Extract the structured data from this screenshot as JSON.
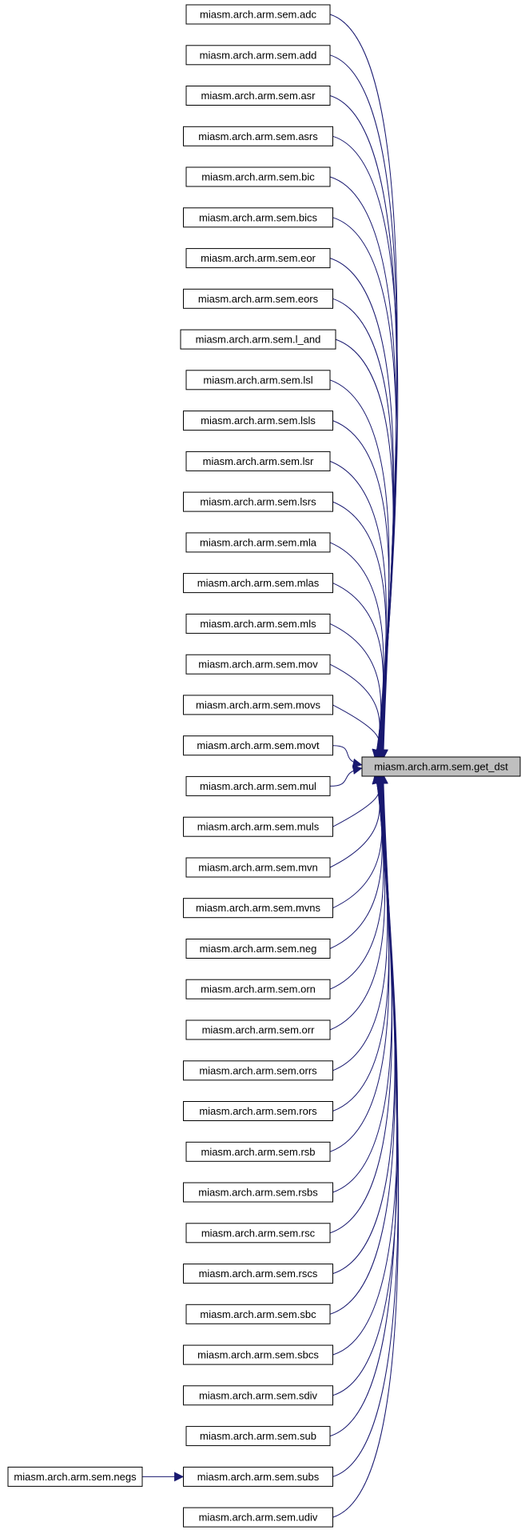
{
  "target": {
    "label": "miasm.arch.arm.sem.get_dst"
  },
  "callers": [
    "miasm.arch.arm.sem.adc",
    "miasm.arch.arm.sem.add",
    "miasm.arch.arm.sem.asr",
    "miasm.arch.arm.sem.asrs",
    "miasm.arch.arm.sem.bic",
    "miasm.arch.arm.sem.bics",
    "miasm.arch.arm.sem.eor",
    "miasm.arch.arm.sem.eors",
    "miasm.arch.arm.sem.l_and",
    "miasm.arch.arm.sem.lsl",
    "miasm.arch.arm.sem.lsls",
    "miasm.arch.arm.sem.lsr",
    "miasm.arch.arm.sem.lsrs",
    "miasm.arch.arm.sem.mla",
    "miasm.arch.arm.sem.mlas",
    "miasm.arch.arm.sem.mls",
    "miasm.arch.arm.sem.mov",
    "miasm.arch.arm.sem.movs",
    "miasm.arch.arm.sem.movt",
    "miasm.arch.arm.sem.mul",
    "miasm.arch.arm.sem.muls",
    "miasm.arch.arm.sem.mvn",
    "miasm.arch.arm.sem.mvns",
    "miasm.arch.arm.sem.neg",
    "miasm.arch.arm.sem.orn",
    "miasm.arch.arm.sem.orr",
    "miasm.arch.arm.sem.orrs",
    "miasm.arch.arm.sem.rors",
    "miasm.arch.arm.sem.rsb",
    "miasm.arch.arm.sem.rsbs",
    "miasm.arch.arm.sem.rsc",
    "miasm.arch.arm.sem.rscs",
    "miasm.arch.arm.sem.sbc",
    "miasm.arch.arm.sem.sbcs",
    "miasm.arch.arm.sem.sdiv",
    "miasm.arch.arm.sem.sub",
    "miasm.arch.arm.sem.subs",
    "miasm.arch.arm.sem.udiv"
  ],
  "second_level": {
    "label": "miasm.arch.arm.sem.negs",
    "calls": "miasm.arch.arm.sem.subs"
  },
  "colors": {
    "edge": "#191970",
    "node_border": "#000000",
    "target_fill": "#bfbfbf",
    "node_fill": "#ffffff"
  }
}
